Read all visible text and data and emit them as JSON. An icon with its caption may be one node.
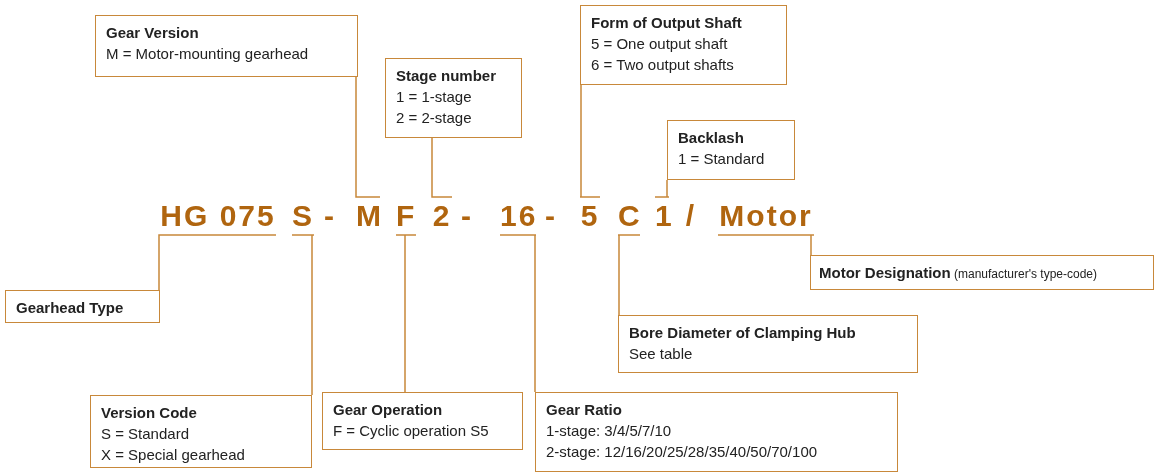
{
  "diagram": {
    "nodes": [
      {
        "text": [
          "Gear Version",
          "M = Motor-mounting gearhead"
        ]
      },
      {
        "text": [
          "Form of Output Shaft",
          "5 = One output shaft",
          "6 = Two output shafts"
        ]
      },
      {
        "text": [
          "Stage number",
          "1 = 1-stage",
          "2 = 2-stage"
        ]
      },
      {
        "text": [
          "Backlash",
          "1 = Standard"
        ]
      },
      {
        "text": [
          "HG 075"
        ]
      },
      {
        "text": [
          "S"
        ]
      },
      {
        "text": [
          "M"
        ]
      },
      {
        "text": [
          "F"
        ]
      },
      {
        "text": [
          "2"
        ]
      },
      {
        "text": [
          "16"
        ]
      },
      {
        "text": [
          "5"
        ]
      },
      {
        "text": [
          "C"
        ]
      },
      {
        "text": [
          "1"
        ]
      },
      {
        "text": [
          "Motor"
        ]
      },
      {
        "text": [
          "Motor Designation",
          "(manufacturer's type-code)"
        ]
      },
      {
        "text": [
          "Gearhead Type"
        ]
      },
      {
        "text": [
          "Bore Diameter of Clamping Hub",
          "See table"
        ]
      },
      {
        "text": [
          "Version Code",
          "S = Standard",
          "X = Special gearhead"
        ]
      },
      {
        "text": [
          "Gear Operation",
          "F = Cyclic operation S5"
        ]
      },
      {
        "text": [
          "Gear Ratio",
          "1-stage: 3/4/5/7/10",
          "2-stage: 12/16/20/25/28/35/40/50/70/100"
        ]
      }
    ],
    "edges": [
      {
        "from": 0,
        "to": 6,
        "arrow": "none"
      },
      {
        "from": 2,
        "to": 8,
        "arrow": "none"
      },
      {
        "from": 1,
        "to": 10,
        "arrow": "none"
      },
      {
        "from": 3,
        "to": 12,
        "arrow": "none"
      },
      {
        "from": 15,
        "to": 4,
        "arrow": "none"
      },
      {
        "from": 17,
        "to": 5,
        "arrow": "none"
      },
      {
        "from": 18,
        "to": 7,
        "arrow": "none"
      },
      {
        "from": 19,
        "to": 9,
        "arrow": "none"
      },
      {
        "from": 16,
        "to": 11,
        "arrow": "none"
      },
      {
        "from": 14,
        "to": 13,
        "arrow": "none"
      }
    ],
    "labels": [
      "-",
      "-",
      "-",
      "/"
    ]
  }
}
